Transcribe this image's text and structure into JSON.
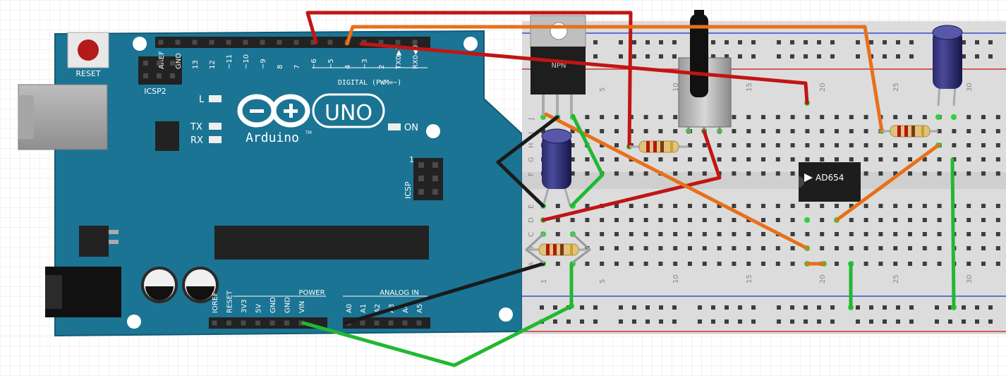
{
  "arduino": {
    "reset_label": "RESET",
    "icsp2_label": "ICSP2",
    "icsp_label": "ICSP",
    "icsp_pin1": "1",
    "led_l": "L",
    "led_tx": "TX",
    "led_rx": "RX",
    "led_on": "ON",
    "logo_uno": "UNO",
    "logo_name": "Arduino",
    "tm": "TM",
    "digital_label": "DIGITAL (PWM=~)",
    "digital_pins": [
      "AREF",
      "GND",
      "13",
      "12",
      "~11",
      "~10",
      "~9",
      "8",
      "7",
      "~6",
      "~5",
      "4",
      "~3",
      "2",
      "TX0▶1",
      "RX0◀0"
    ],
    "power_label": "POWER",
    "power_pins": [
      "IOREF",
      "RESET",
      "3V3",
      "5V",
      "GND",
      "GND",
      "VIN"
    ],
    "analog_label": "ANALOG IN",
    "analog_pins": [
      "A0",
      "A1",
      "A2",
      "A3",
      "A4",
      "A5"
    ]
  },
  "breadboard": {
    "row_letters_top": [
      "J",
      "I",
      "H",
      "G",
      "F"
    ],
    "row_letters_bottom": [
      "E",
      "D",
      "C",
      "B",
      "A"
    ],
    "column_numbers": [
      "1",
      "5",
      "10",
      "15",
      "20",
      "25",
      "30"
    ]
  },
  "components": {
    "regulator_label": "NPN",
    "ic_label": "AD654"
  },
  "colors": {
    "board": "#1b7493",
    "wire_red": "#c21414",
    "wire_orange": "#e8701a",
    "wire_green": "#22b831",
    "wire_black": "#1a1a1a"
  }
}
